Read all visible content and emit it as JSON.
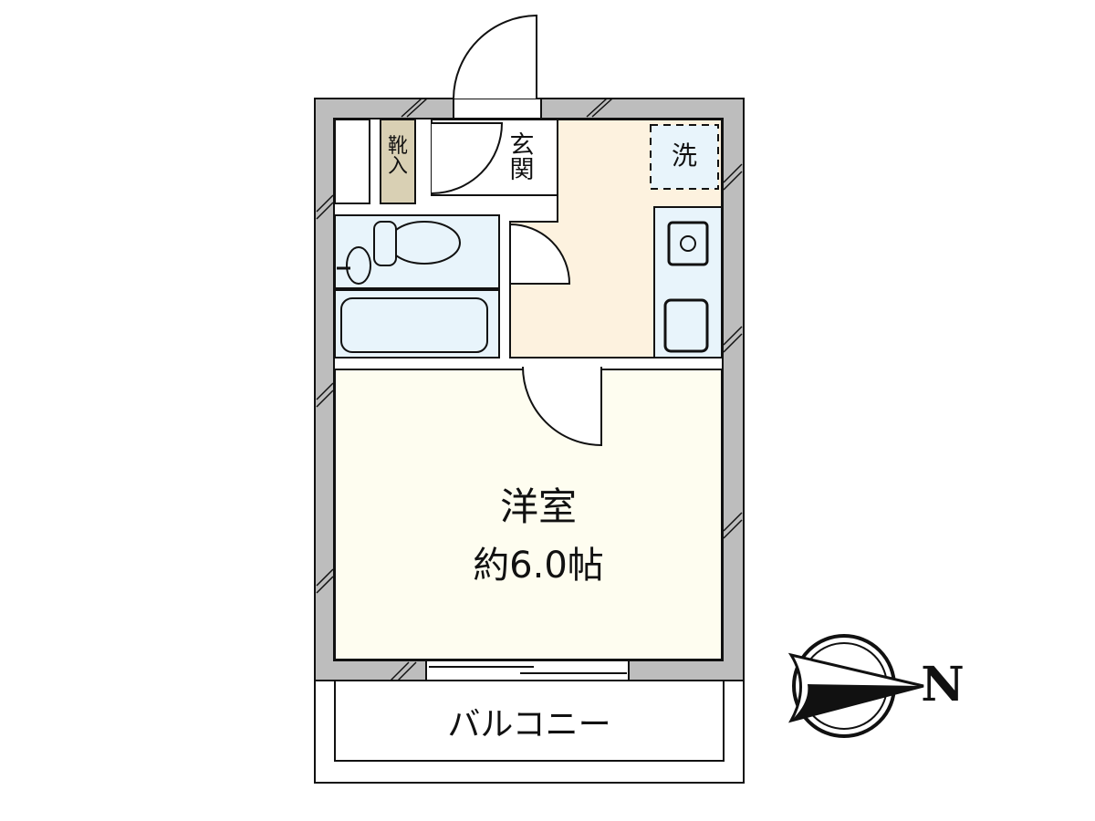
{
  "floorplan": {
    "rooms": {
      "shoe_storage": "靴入",
      "entrance": "玄関",
      "washer": "洗",
      "western_room": "洋室",
      "western_room_size": "約6.0帖",
      "balcony": "バルコニー"
    },
    "compass": {
      "label": "N",
      "direction": "east"
    },
    "colors": {
      "wall": "#bdbdbd",
      "kitchen_floor": "#fdf2df",
      "room_floor": "#fefdf0",
      "wet_area": "#e8f4fb",
      "shoe_storage": "#d9d0b4",
      "balcony": "#ffffff"
    }
  }
}
